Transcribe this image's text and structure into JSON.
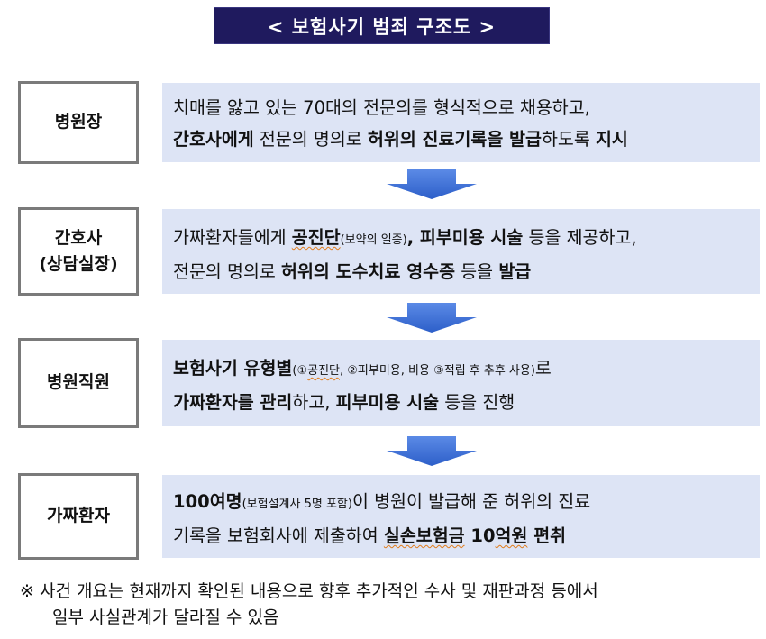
{
  "title": "< 보험사기 범죄 구조도 >",
  "steps": [
    {
      "role_line1": "병원장",
      "role_line2": "",
      "desc": {
        "l1_a": "치매를 앓고 있는 70대의 전문의를 형식적으로 채용하고,",
        "l2_b1": "간호사에게",
        "l2_a1": " 전문의 명의로 ",
        "l2_b2": "허위의 진료기록을 발급",
        "l2_a2": "하도록 ",
        "l2_b3": "지시"
      }
    },
    {
      "role_line1": "간호사",
      "role_line2": "(상담실장)",
      "desc": {
        "l1_a1": "가짜환자들에게 ",
        "l1_b1": "공진단",
        "l1_s1": "(보약의 일종)",
        "l1_b2": ", 피부미용 시술",
        "l1_a2": " 등을 제공하고,",
        "l2_a1": "전문의 명의로 ",
        "l2_b1": "허위의 도수치료 영수증",
        "l2_a2": " 등을 ",
        "l2_b2": "발급"
      }
    },
    {
      "role_line1": "병원직원",
      "role_line2": "",
      "desc": {
        "l1_b1": "보험사기 유형별",
        "l1_s1": "(①",
        "l1_sw": "공진단",
        "l1_s2": ", ②피부미용, 비용 ③적립 후 추후 사용)",
        "l1_a1": "로",
        "l2_b1": "가짜환자를 관리",
        "l2_a1": "하고, ",
        "l2_b2": "피부미용 시술",
        "l2_a2": " 등을 진행"
      }
    },
    {
      "role_line1": "가짜환자",
      "role_line2": "",
      "desc": {
        "l1_b1": "100여명",
        "l1_s1": "(보험설계사 5명 포함)",
        "l1_a1": "이 병원이 발급해 준 허위의 진료",
        "l2_a1": "기록을 보험회사에 제출하여 ",
        "l2_bw1": "실손보험금",
        "l2_b_sp": " 10",
        "l2_bw2": "억원",
        "l2_b2": " 편취"
      }
    }
  ],
  "arrows": [
    {
      "icon": "down-arrow-icon",
      "color": "#3a6fd8"
    },
    {
      "icon": "down-arrow-icon",
      "color": "#3a6fd8"
    },
    {
      "icon": "down-arrow-icon",
      "color": "#3a6fd8"
    }
  ],
  "note": {
    "line1": "※ 사건 개요는 현재까지 확인된 내용으로 향후 추가적인 수사 및 재판과정 등에서",
    "line2": "일부 사실관계가 달라질 수 있음"
  },
  "colors": {
    "title_bg": "#1f1a5e",
    "desc_bg": "#dde4f5",
    "role_border": "#7a7a7a",
    "arrow": "#3a6fd8"
  }
}
